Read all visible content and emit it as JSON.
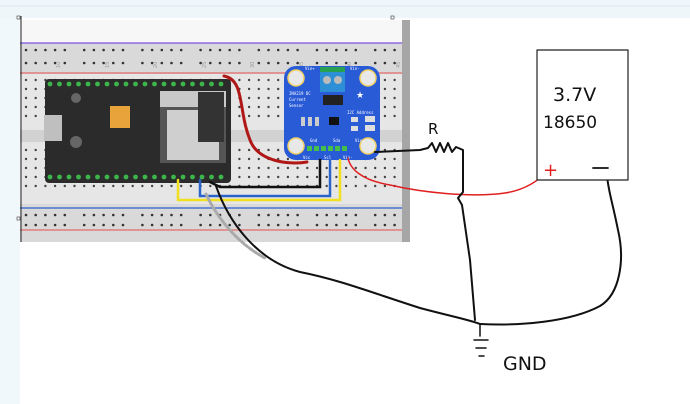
{
  "breadboard": {
    "column_numbers": [
      "10",
      "15",
      "20",
      "25",
      "30",
      "35",
      "40",
      "45"
    ]
  },
  "sensor": {
    "title_line1": "INA219 DC",
    "title_line2": "Current",
    "title_line3": "Sensor",
    "top_left_label": "Vin+",
    "top_right_label": "Vin-",
    "address_label": "I2C Address",
    "pin_top_labels": [
      "Gnd",
      "Sda",
      "Vin+"
    ],
    "pin_bottom_labels": [
      "Vcc",
      "Scl",
      "Vin-"
    ],
    "color": "#2a5bd7"
  },
  "battery": {
    "voltage": "3.7V",
    "model": "18650",
    "plus": "+",
    "minus": "−"
  },
  "annotations": {
    "resistor_label": "R",
    "ground_label": "GND"
  },
  "colors": {
    "wire_red": "#d21c1c",
    "wire_black": "#111111",
    "wire_yellow": "#f0e020",
    "wire_blue": "#2a63c9",
    "board_green_pin": "#3cb54a"
  }
}
